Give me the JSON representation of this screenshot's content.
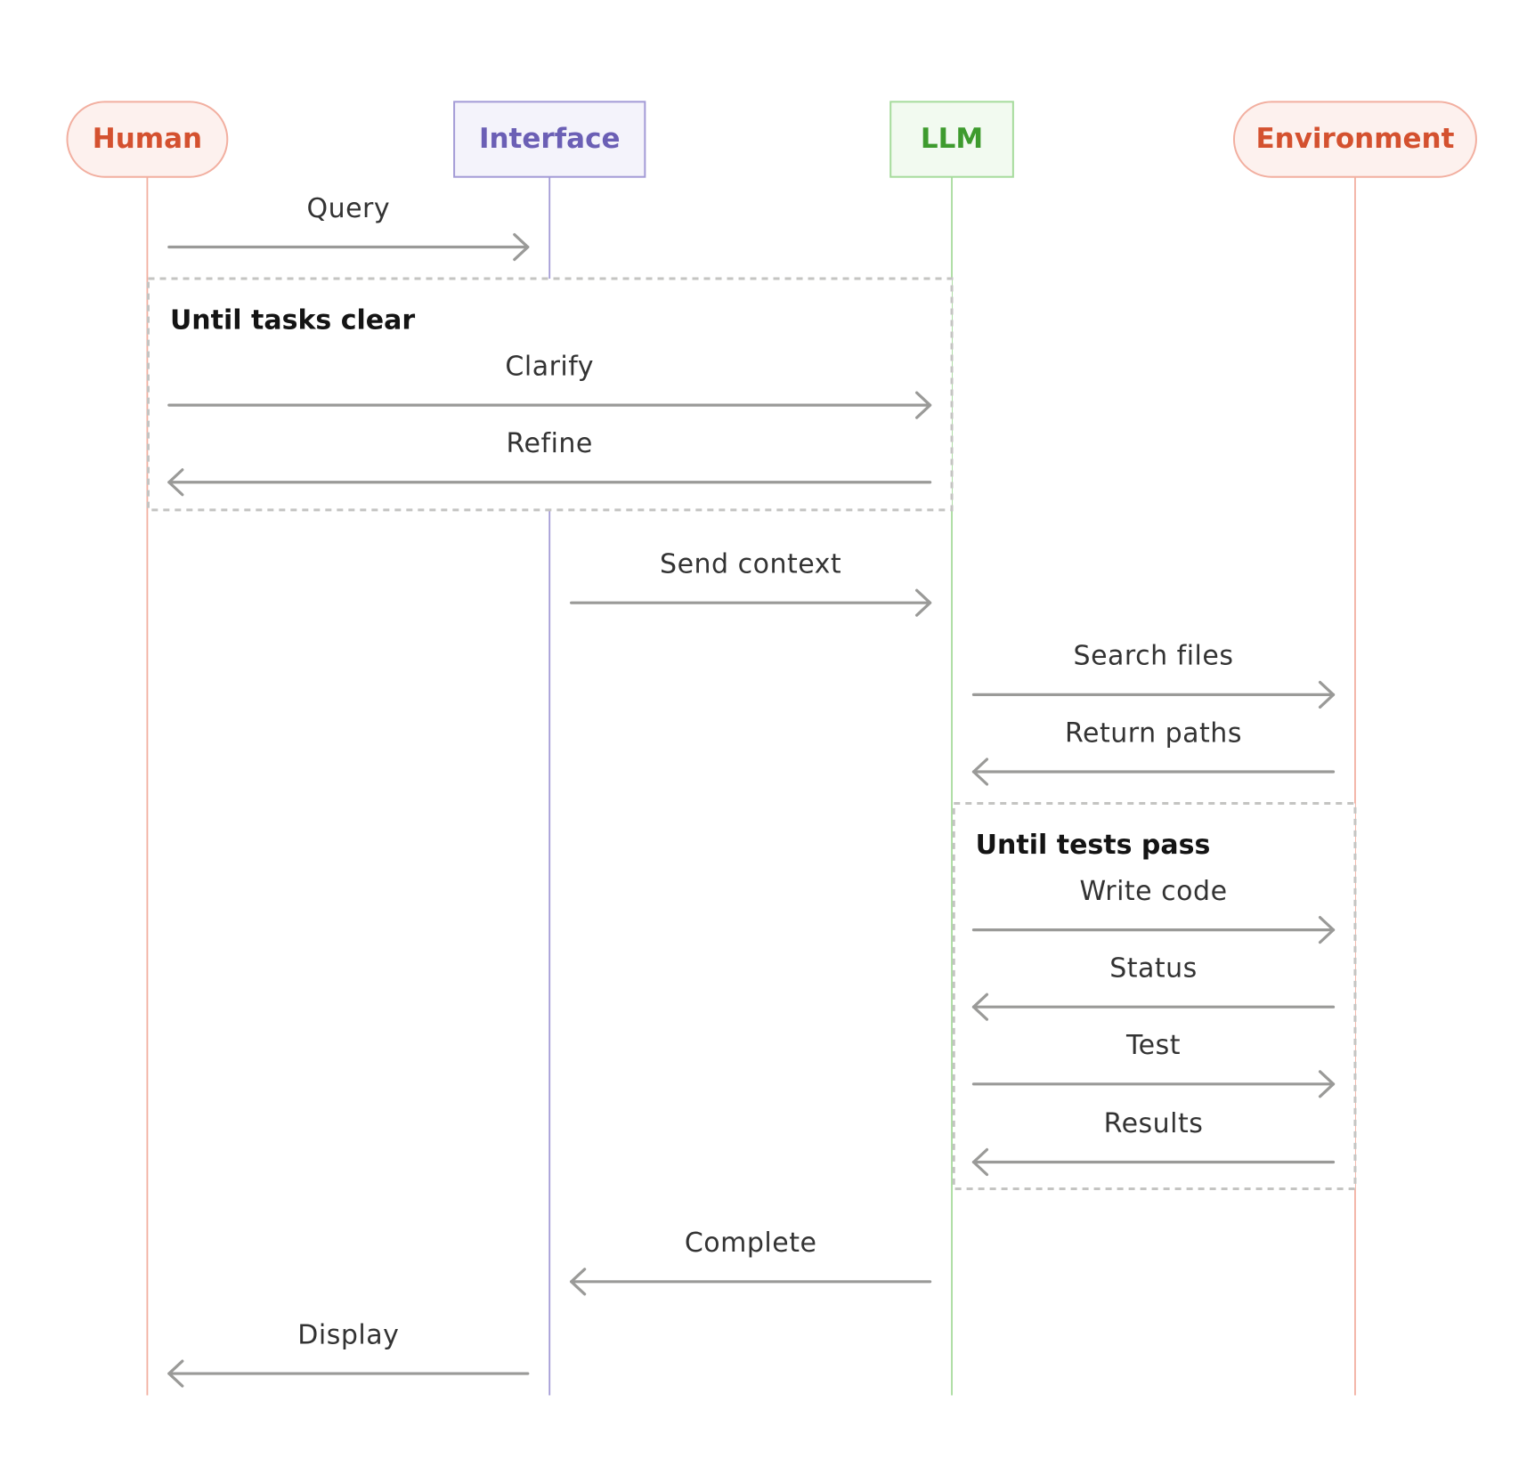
{
  "actors": [
    {
      "id": "human",
      "label": "Human",
      "shape": "pill",
      "text_color": "#D4512F",
      "stroke": "#F2AFA0",
      "fill": "#FDF1EE",
      "line_color": "#F2AFA0"
    },
    {
      "id": "interface",
      "label": "Interface",
      "shape": "rect",
      "text_color": "#6B5FB5",
      "stroke": "#A39BD6",
      "fill": "#F4F3FB",
      "line_color": "#A39BD6"
    },
    {
      "id": "llm",
      "label": "LLM",
      "shape": "rect",
      "text_color": "#3E9B2E",
      "stroke": "#A6DB9C",
      "fill": "#F2FAF0",
      "line_color": "#A6DB9C"
    },
    {
      "id": "environment",
      "label": "Environment",
      "shape": "pill",
      "text_color": "#D4512F",
      "stroke": "#F2AFA0",
      "fill": "#FDF1EE",
      "line_color": "#F2AFA0"
    }
  ],
  "messages": [
    {
      "id": "query",
      "label": "Query",
      "from": "human",
      "to": "interface"
    },
    {
      "id": "clarify",
      "label": "Clarify",
      "from": "human",
      "to": "llm"
    },
    {
      "id": "refine",
      "label": "Refine",
      "from": "llm",
      "to": "human"
    },
    {
      "id": "send-context",
      "label": "Send context",
      "from": "interface",
      "to": "llm"
    },
    {
      "id": "search-files",
      "label": "Search files",
      "from": "llm",
      "to": "environment"
    },
    {
      "id": "return-paths",
      "label": "Return paths",
      "from": "environment",
      "to": "llm"
    },
    {
      "id": "write-code",
      "label": "Write code",
      "from": "llm",
      "to": "environment"
    },
    {
      "id": "status",
      "label": "Status",
      "from": "environment",
      "to": "llm"
    },
    {
      "id": "test",
      "label": "Test",
      "from": "llm",
      "to": "environment"
    },
    {
      "id": "results",
      "label": "Results",
      "from": "environment",
      "to": "llm"
    },
    {
      "id": "complete",
      "label": "Complete",
      "from": "llm",
      "to": "interface"
    },
    {
      "id": "display",
      "label": "Display",
      "from": "interface",
      "to": "human"
    }
  ],
  "loops": [
    {
      "id": "until-tasks-clear",
      "label": "Until tasks clear",
      "messages": [
        "clarify",
        "refine"
      ]
    },
    {
      "id": "until-tests-pass",
      "label": "Until tests pass",
      "messages": [
        "write-code",
        "status",
        "test",
        "results"
      ]
    }
  ],
  "colors": {
    "arrow": "#9A9A98",
    "loop_border": "#C4C4C2",
    "message_text": "#333333",
    "loop_text": "#141414"
  }
}
